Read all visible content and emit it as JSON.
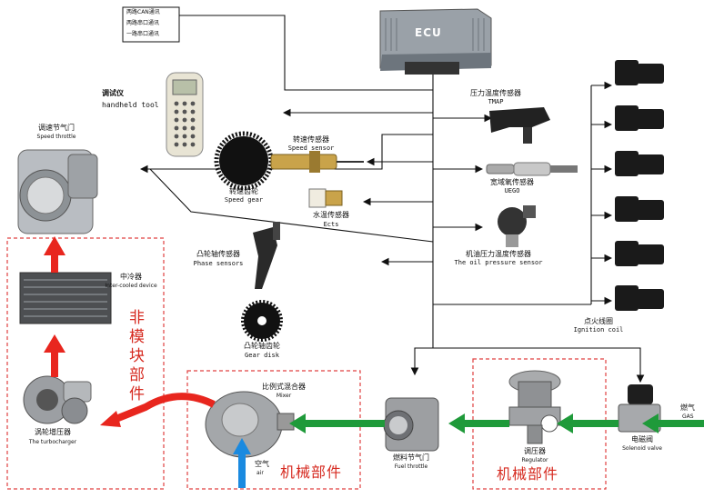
{
  "ecu": {
    "label": "ECU"
  },
  "comm_box": {
    "lines": [
      "两路CAN通讯",
      "两路串口通讯",
      "一路串口通讯"
    ]
  },
  "handheld": {
    "cn": "调试仪",
    "en": "handheld tool"
  },
  "speed_throttle": {
    "cn": "调速节气门",
    "en": "Speed throttle"
  },
  "speed_gear": {
    "cn": "转速齿轮",
    "en": "Speed gear"
  },
  "speed_sensor": {
    "cn": "转速传感器",
    "en": "Speed sensor"
  },
  "ects": {
    "cn": "水温传感器",
    "en": "Ects"
  },
  "tmap": {
    "cn": "压力温度传感器",
    "en": "TMAP"
  },
  "uego": {
    "cn": "宽域氧传感器",
    "en": "UEGO"
  },
  "oil_pressure": {
    "cn": "机油压力温度传感器",
    "en": "The oil pressure sensor"
  },
  "phase_sensor": {
    "cn": "凸轮轴传感器",
    "en": "Phase sensors"
  },
  "gear_disk": {
    "cn": "凸轮轴齿轮",
    "en": "Gear disk"
  },
  "ignition": {
    "cn": "点火线圈",
    "en": "Ignition coil"
  },
  "intercooler": {
    "cn": "中冷器",
    "en": "Inter-cooled device"
  },
  "non_module": {
    "chars": [
      "非",
      "模",
      "块",
      "部",
      "件"
    ]
  },
  "turbo": {
    "cn": "涡轮增压器",
    "en": "The turbocharger"
  },
  "mixer": {
    "cn": "比例式混合器",
    "en": "Mixer"
  },
  "air": {
    "cn": "空气",
    "en": "air"
  },
  "mechanical_left": {
    "label": "机械部件"
  },
  "fuel_throttle": {
    "cn": "燃料节气门",
    "en": "Fuel throttle"
  },
  "regulator": {
    "cn": "调压器",
    "en": "Regulator"
  },
  "mechanical_right": {
    "label": "机械部件"
  },
  "solenoid": {
    "cn": "电磁阀",
    "en": "Solenoid valve"
  },
  "gas": {
    "cn": "燃气",
    "en": "GAS"
  },
  "colors": {
    "red_flow": "#e8261e",
    "green_flow": "#1f9a3a",
    "blue_air": "#1a8ae0",
    "dashed": "#e04040"
  }
}
